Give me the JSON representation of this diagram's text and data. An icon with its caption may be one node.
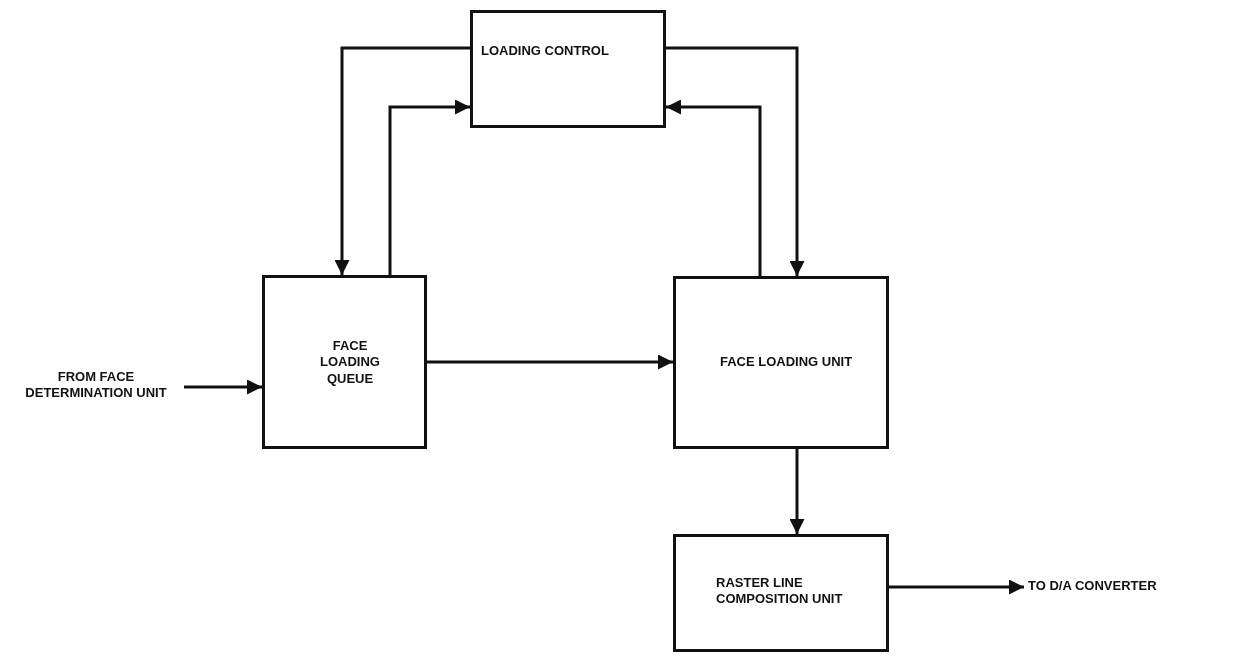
{
  "diagram": {
    "nodes": [
      {
        "text": [
          "LOADING CONTROL"
        ]
      },
      {
        "text": [
          "FACE LOADING QUEUE"
        ]
      },
      {
        "text": [
          "FACE LOADING UNIT"
        ]
      },
      {
        "text": [
          "RASTER LINE COMPOSITION UNIT"
        ]
      },
      {
        "text": [
          "FROM FACE DETERMINATION UNIT"
        ]
      },
      {
        "text": [
          "TO D/A CONVERTER"
        ]
      }
    ],
    "edges": [
      {
        "from": 0,
        "to": 1,
        "arrow": "to"
      },
      {
        "from": 1,
        "to": 0,
        "arrow": "to"
      },
      {
        "from": 0,
        "to": 2,
        "arrow": "to"
      },
      {
        "from": 2,
        "to": 0,
        "arrow": "to"
      },
      {
        "from": 4,
        "to": 1,
        "arrow": "to"
      },
      {
        "from": 1,
        "to": 2,
        "arrow": "to"
      },
      {
        "from": 2,
        "to": 3,
        "arrow": "to"
      },
      {
        "from": 3,
        "to": 5,
        "arrow": "to"
      }
    ]
  }
}
